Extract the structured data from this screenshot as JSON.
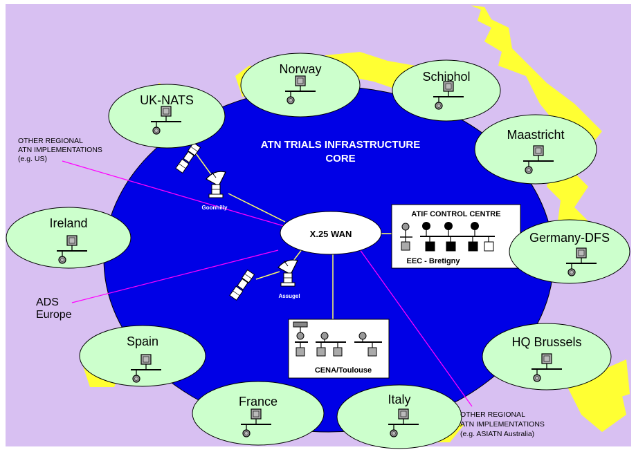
{
  "core": {
    "title_line1": "ATN TRIALS INFRASTRUCTURE",
    "title_line2": "CORE"
  },
  "wan": {
    "label": "X.25 WAN"
  },
  "nodes": [
    {
      "id": "norway",
      "label": "Norway"
    },
    {
      "id": "schiphol",
      "label": "Schiphol"
    },
    {
      "id": "uk-nats",
      "label": "UK-NATS"
    },
    {
      "id": "maastricht",
      "label": "Maastricht"
    },
    {
      "id": "ireland",
      "label": "Ireland"
    },
    {
      "id": "germany-dfs",
      "label": "Germany-DFS"
    },
    {
      "id": "hq-brussels",
      "label": "HQ Brussels"
    },
    {
      "id": "spain",
      "label": "Spain"
    },
    {
      "id": "france",
      "label": "France"
    },
    {
      "id": "italy",
      "label": "Italy"
    }
  ],
  "ground_stations": {
    "goonhilly": "Goonhilly",
    "assugel": "Assugel"
  },
  "atif": {
    "title": "ATIF CONTROL CENTRE",
    "subtitle": "EEC - Bretigny"
  },
  "cena": {
    "label": "CENA/Toulouse"
  },
  "annotations": {
    "other_us_line1": "OTHER REGIONAL",
    "other_us_line2": "ATN IMPLEMENTATIONS",
    "other_us_line3": "(e.g. US)",
    "ads_line1": "ADS",
    "ads_line2": "Europe",
    "other_asia_line1": "OTHER REGIONAL",
    "other_asia_line2": "ATN IMPLEMENTATIONS",
    "other_asia_line3": "(e.g. ASIATN Australia)"
  },
  "colors": {
    "background": "#d8c0f2",
    "land": "#ffff33",
    "core": "#0000e6",
    "node": "#ccffcc",
    "link": "#ffff66",
    "external_link": "#ff00ff"
  }
}
